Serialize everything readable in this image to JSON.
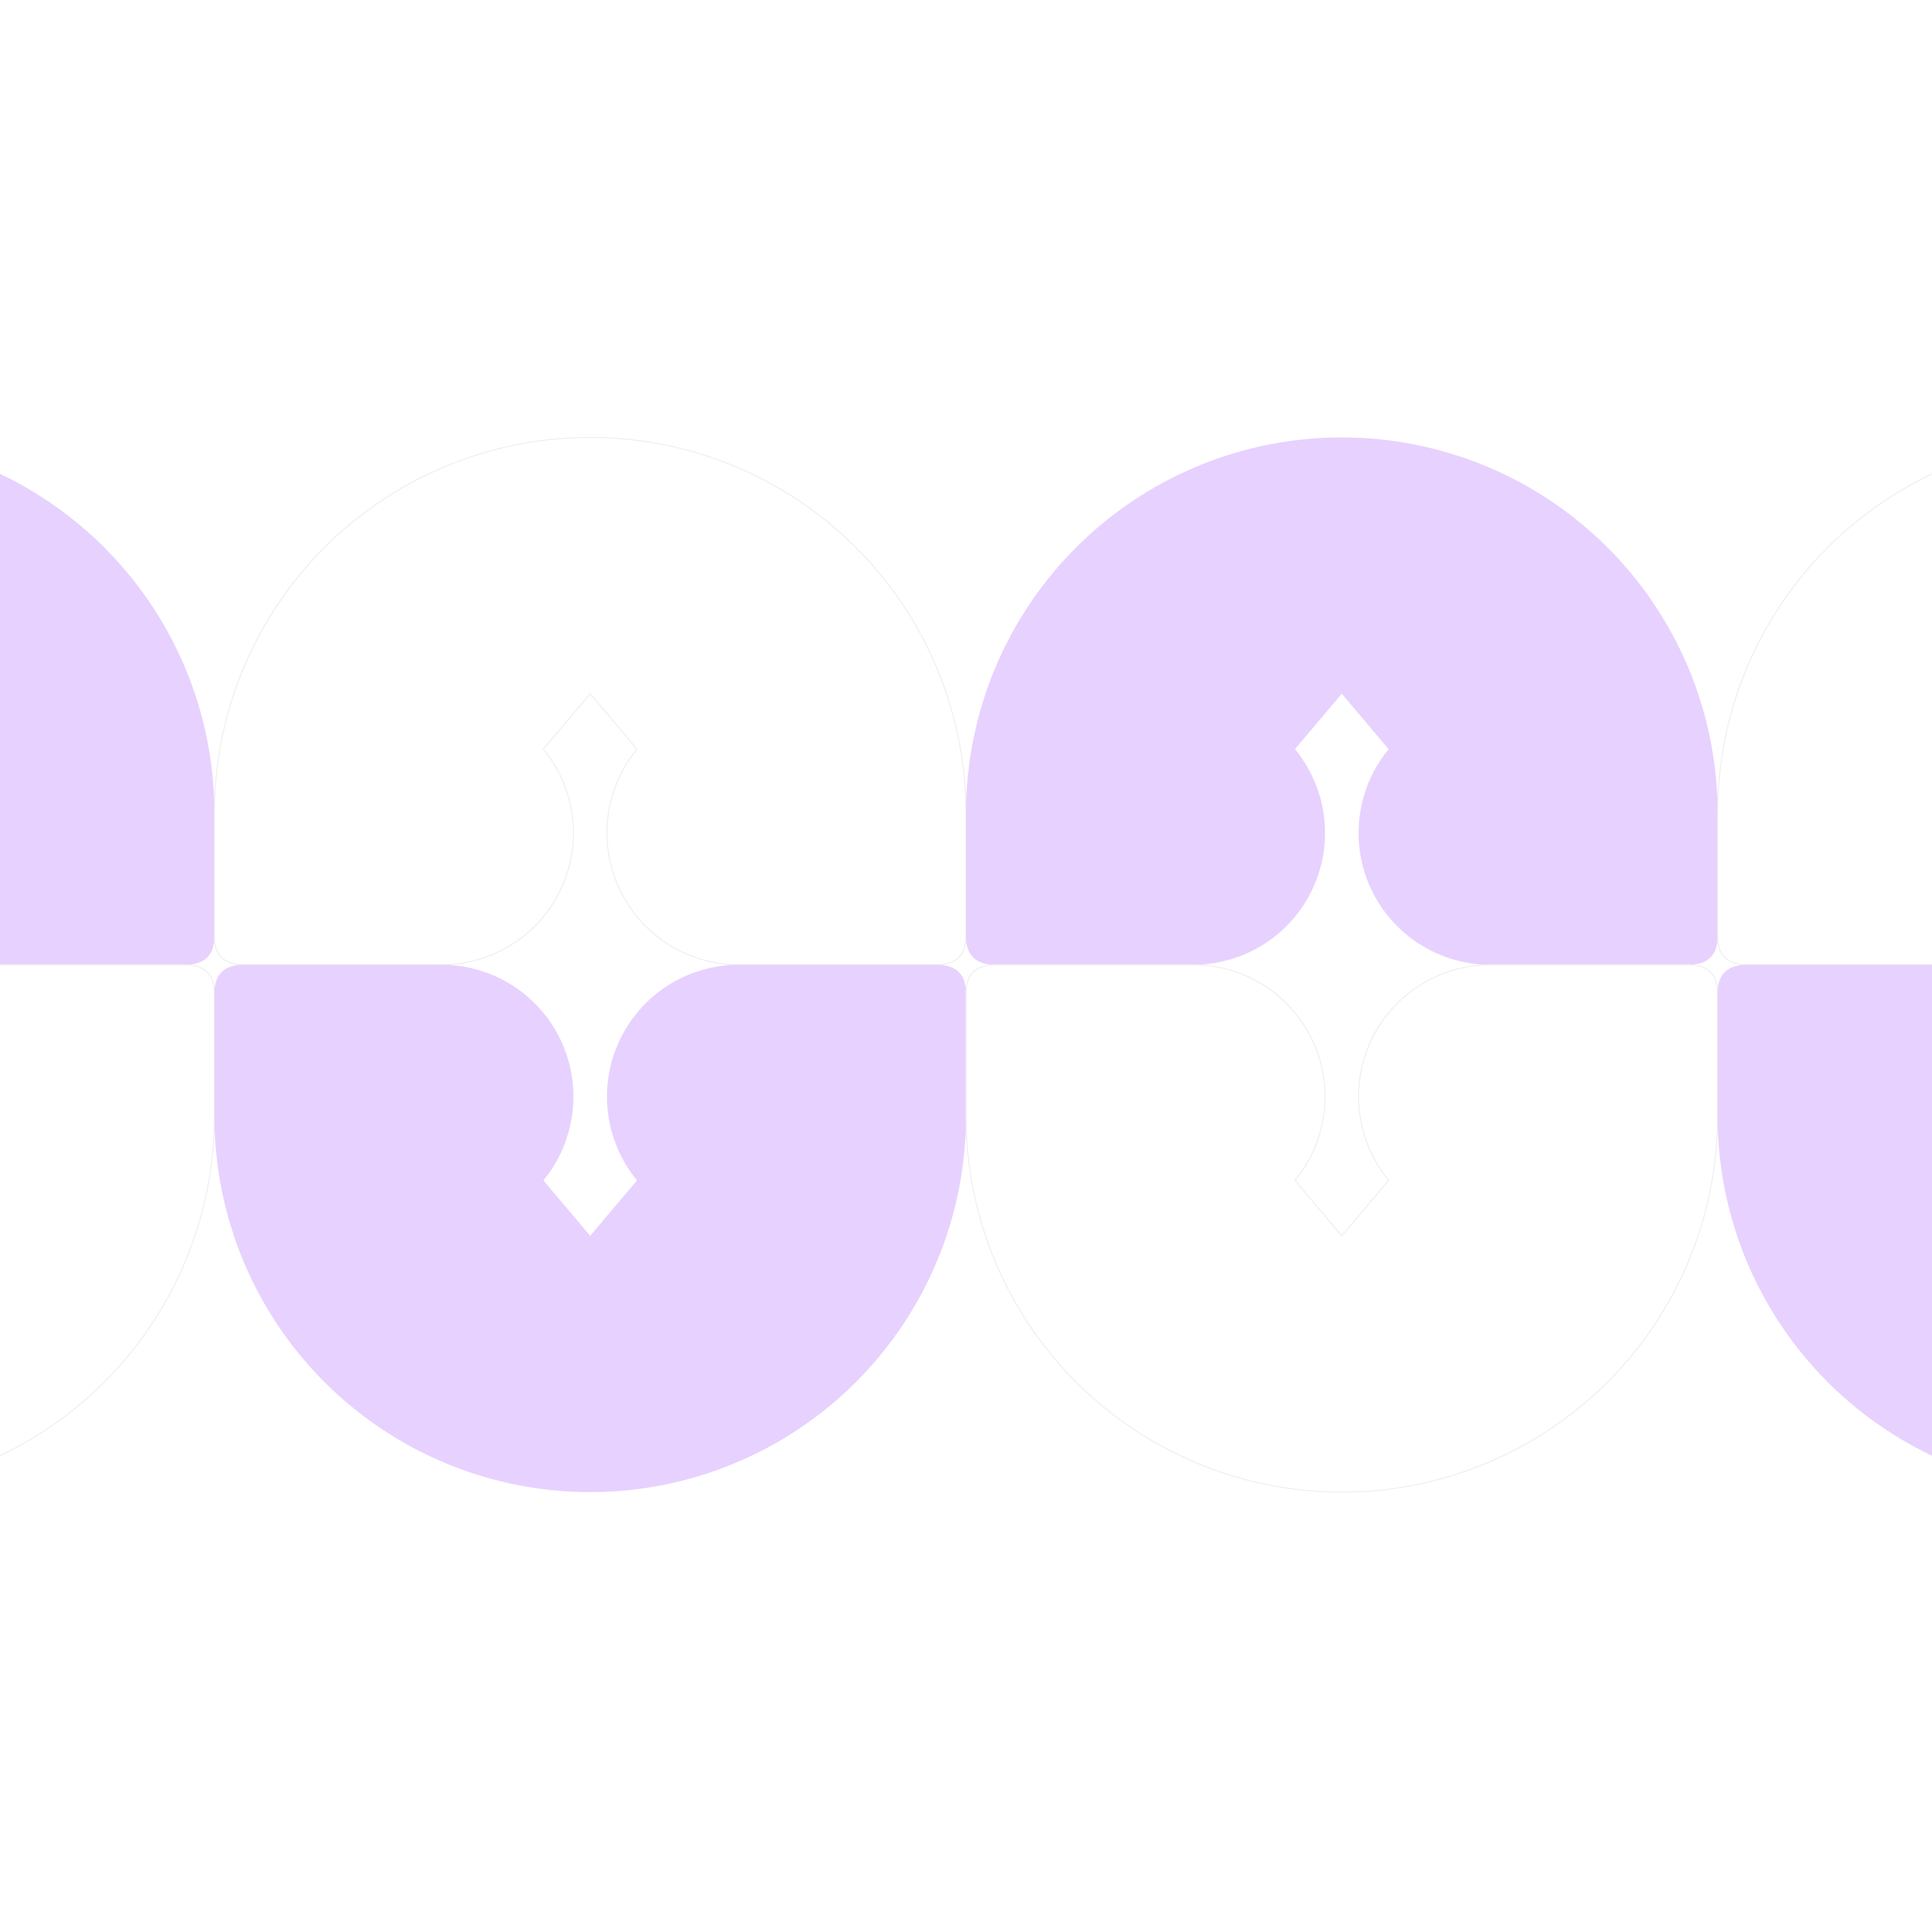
{
  "pattern": {
    "fill_color": "#E7D1FE",
    "outline_color": "#EEEEEE",
    "background_color": "#FFFFFF",
    "tiles": [
      {
        "orientation": "up",
        "filled": true
      },
      {
        "orientation": "down",
        "filled": false
      },
      {
        "orientation": "up",
        "filled": false
      },
      {
        "orientation": "down",
        "filled": true
      },
      {
        "orientation": "up",
        "filled": true
      },
      {
        "orientation": "down",
        "filled": false
      },
      {
        "orientation": "up",
        "filled": false
      },
      {
        "orientation": "down",
        "filled": true
      }
    ]
  }
}
